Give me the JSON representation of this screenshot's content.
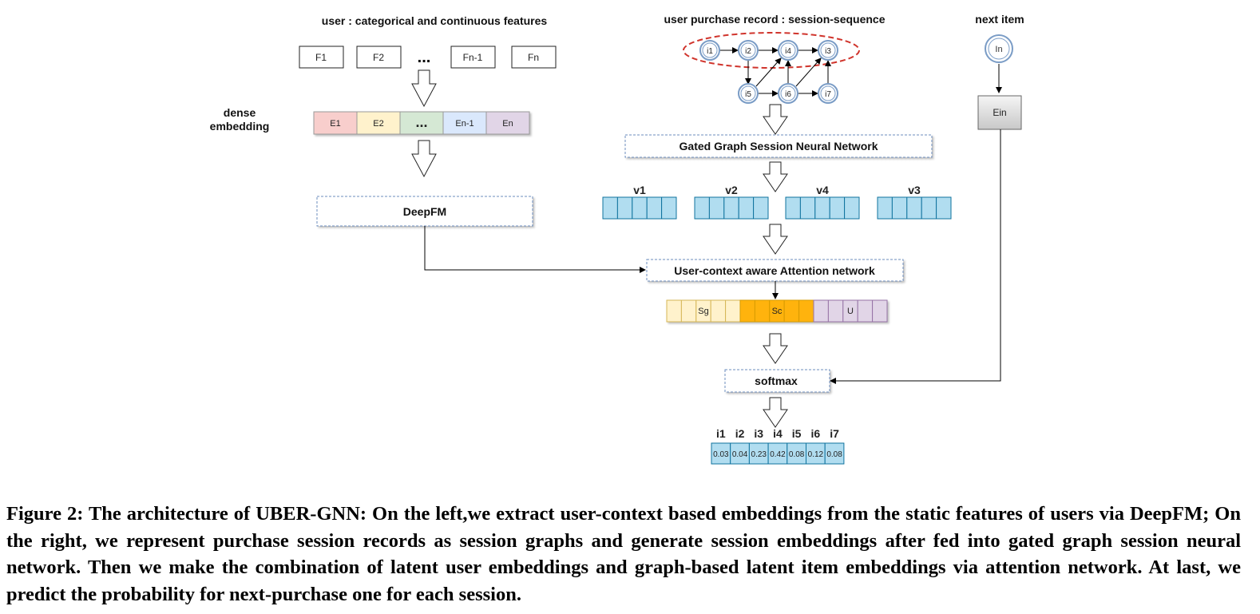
{
  "header": {
    "user_features": "user : categorical and continuous features",
    "purchase_record": "user purchase record : session-sequence",
    "next_item": "next item"
  },
  "features": {
    "f1": "F1",
    "f2": "F2",
    "dots": "...",
    "fn1": "Fn-1",
    "fn": "Fn"
  },
  "dense_embedding": {
    "label_line1": "dense",
    "label_line2": "embedding",
    "cells": [
      "E1",
      "E2",
      "...",
      "En-1",
      "En"
    ],
    "colors": [
      "#f8cecc",
      "#fff2cc",
      "#d5e8d4",
      "#dae8fc",
      "#e1d5e7"
    ]
  },
  "deepfm": {
    "label": "DeepFM"
  },
  "session_graph": {
    "nodes": [
      "i1",
      "i2",
      "i4",
      "i3",
      "i5",
      "i6",
      "i7"
    ]
  },
  "next_item_node": {
    "label": "In",
    "embedding": "Ein"
  },
  "ggsnn": {
    "label": "Gated Graph Session Neural Network"
  },
  "session_vectors": {
    "labels": [
      "v1",
      "v2",
      "v4",
      "v3"
    ],
    "fill": "#b1ddf0",
    "stroke": "#10739e"
  },
  "attention": {
    "label": "User-context aware Attention network",
    "segments": [
      {
        "label": "Sg",
        "fill": "#fff2cc",
        "stroke": "#d6b656"
      },
      {
        "label": "Sc",
        "fill": "#ffb30f",
        "stroke": "#d79b00"
      },
      {
        "label": "U",
        "fill": "#e1d5e7",
        "stroke": "#9673a6"
      }
    ]
  },
  "softmax": {
    "label": "softmax"
  },
  "output": {
    "items": [
      "i1",
      "i2",
      "i3",
      "i4",
      "i5",
      "i6",
      "i7"
    ],
    "probs": [
      "0.03",
      "0.04",
      "0.23",
      "0.42",
      "0.08",
      "0.12",
      "0.08"
    ]
  },
  "caption": "Figure 2: The architecture of UBER-GNN: On the left,we extract user-context based embeddings from the static features of users via DeepFM; On the right, we represent purchase session records as session graphs and generate session embeddings after fed into gated graph session neural network. Then we make the combination of latent user embeddings and graph-based latent item embeddings via attention network. At last, we predict the probability for next-purchase one for each session."
}
